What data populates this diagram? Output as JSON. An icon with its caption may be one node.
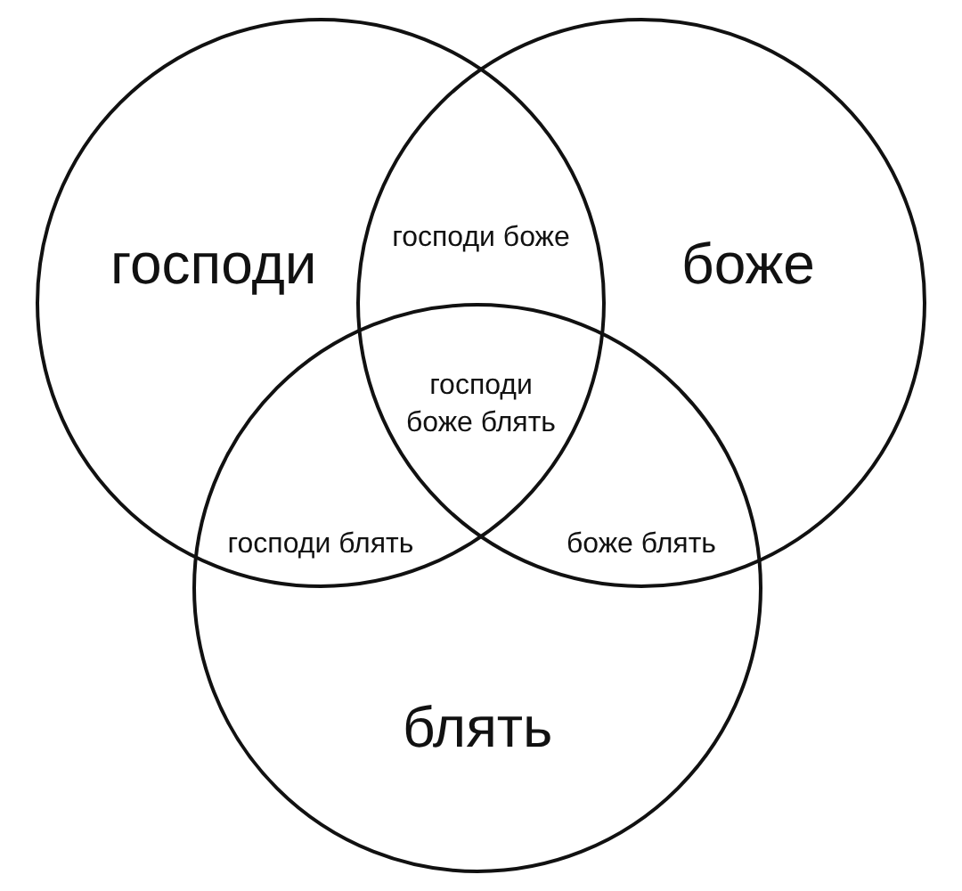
{
  "diagram": {
    "nodes": [
      {
        "text": [
          "господи"
        ]
      },
      {
        "text": [
          "боже"
        ]
      },
      {
        "text": [
          "блять"
        ]
      }
    ],
    "labels": [
      "господи боже",
      "господи боже блять",
      "господи блять",
      "боже блять"
    ]
  }
}
